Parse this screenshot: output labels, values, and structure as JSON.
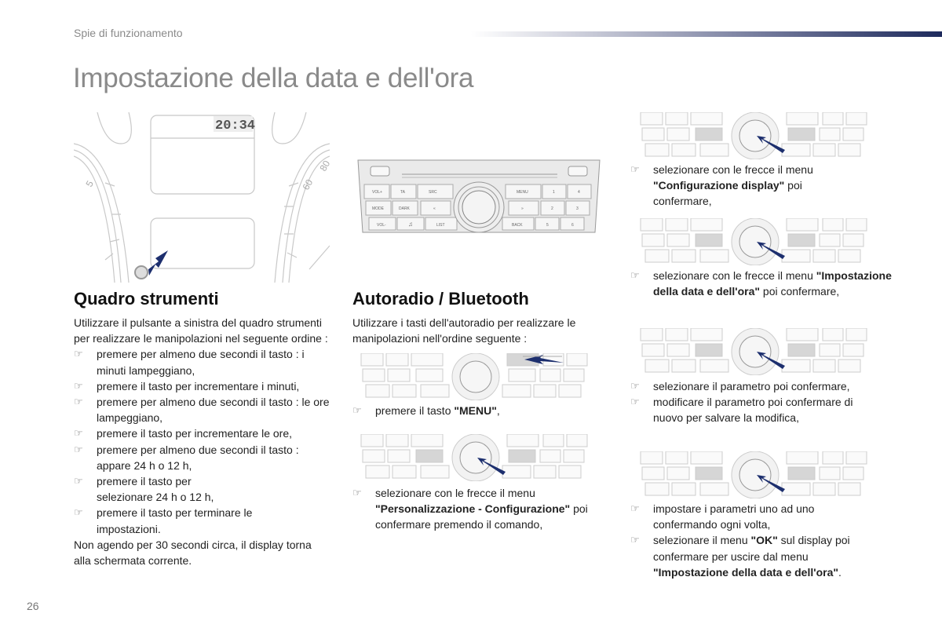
{
  "header": {
    "section": "Spie di funzionamento",
    "title": "Impostazione della data e dell'ora",
    "page_number": "26"
  },
  "cluster": {
    "clock": "20:34",
    "tach_label": "5",
    "speed_labels": [
      "60",
      "80"
    ]
  },
  "radio": {
    "buttons": [
      "VOL+",
      "TA",
      "SRC",
      "MENU",
      "1",
      "4",
      "MODE",
      "DARK",
      "«",
      "»",
      "2",
      "3",
      "VOL-",
      "♫",
      "LIST",
      "BACK",
      "5",
      "6"
    ]
  },
  "left": {
    "heading": "Quadro strumenti",
    "intro": "Utilizzare il pulsante a sinistra del quadro strumenti per realizzare le manipolazioni nel seguente ordine :",
    "items": [
      "premere per almeno due secondi il tasto : i minuti lampeggiano,",
      "premere il tasto per incrementare i minuti,",
      "premere per almeno due secondi il tasto : le ore lampeggiano,",
      "premere il tasto per incrementare le ore,",
      "premere per almeno due secondi il tasto : appare 24 h o 12 h,",
      "premere il tasto per selezionare 24 h o 12 h,",
      "premere il tasto per terminare le impostazioni."
    ],
    "outro": "Non agendo per 30 secondi circa, il display torna alla schermata corrente."
  },
  "middle": {
    "heading": "Autoradio / Bluetooth",
    "intro": "Utilizzare i tasti dell'autoradio per realizzare le manipolazioni nell'ordine seguente :",
    "step1": {
      "a": "premere il tasto ",
      "b": "\"MENU\"",
      "c": ","
    },
    "step2": {
      "a": "selezionare con le frecce il menu ",
      "b": "\"Personalizzazione - Configurazione\"",
      "c": " poi confermare premendo il comando,"
    }
  },
  "right": {
    "step1": {
      "a": "selezionare con le frecce il menu ",
      "b": "\"Configurazione display\"",
      "c": " poi confermare,"
    },
    "step2": {
      "a": "selezionare con le frecce il menu ",
      "b": "\"Impostazione della data e dell'ora\"",
      "c": " poi confermare,"
    },
    "step3": "selezionare il parametro poi confermare,",
    "step4": "modificare il parametro poi confermare di nuovo per salvare la modifica,",
    "step5": "impostare i parametri uno ad uno confermando ogni volta,",
    "step6": {
      "a": "selezionare il menu ",
      "b": "\"OK\"",
      "c": " sul display poi confermare per uscire dal menu ",
      "d": "\"Impostazione della data e dell'ora\"",
      "e": "."
    }
  },
  "icons": {
    "bullet": "pointing-hand-icon",
    "arrow_color": "#1d2f6e"
  }
}
